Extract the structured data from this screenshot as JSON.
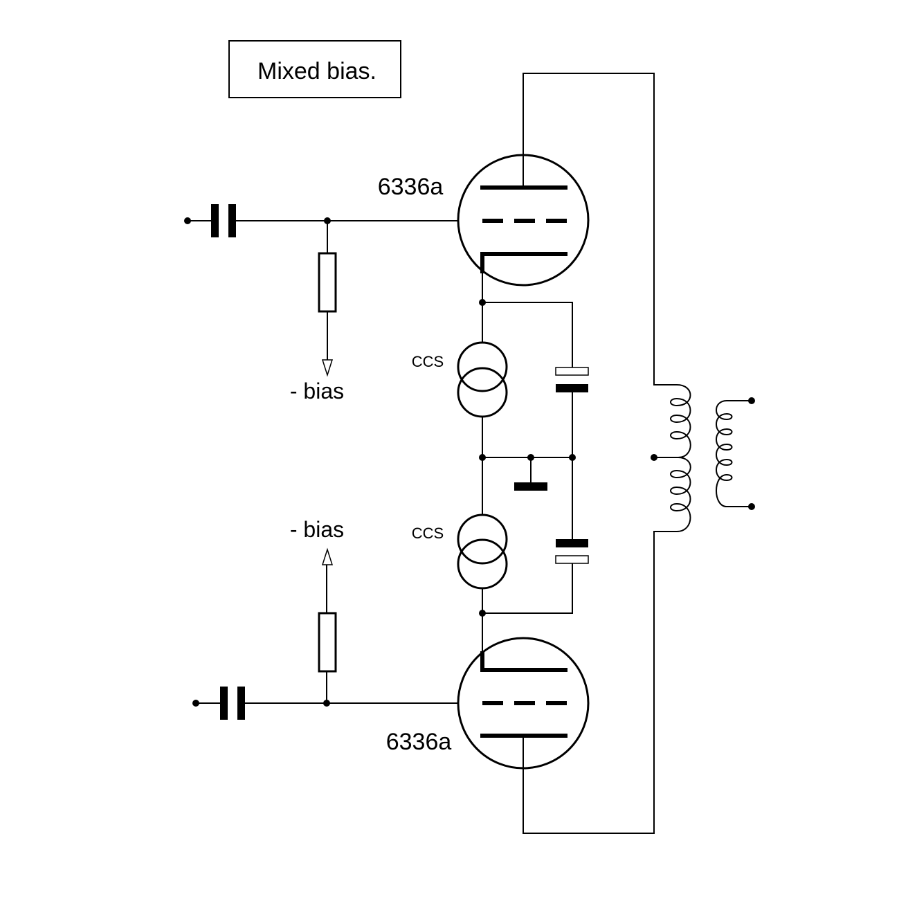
{
  "diagram": {
    "title": "Mixed bias.",
    "tube_top_label": "6336a",
    "tube_bottom_label": "6336a",
    "ccs_top_label": "CCS",
    "ccs_bottom_label": "CCS",
    "bias_top_label": "- bias",
    "bias_bottom_label": "- bias"
  },
  "colors": {
    "ink": "#000000",
    "background": "#ffffff"
  }
}
